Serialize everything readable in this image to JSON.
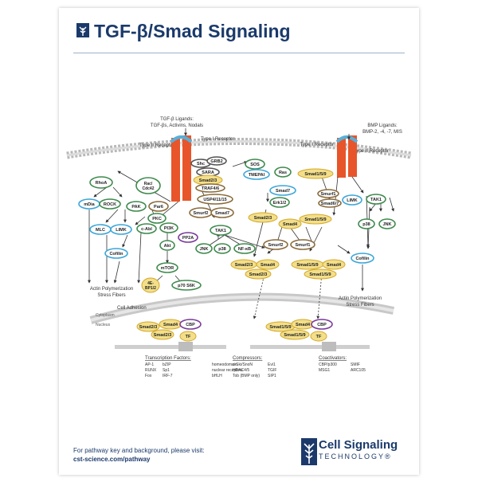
{
  "page": {
    "title": "TGF-β/Smad Signaling",
    "icon": "tree-logo-icon"
  },
  "ligands": {
    "tgf": [
      "TGF-β Ligands:",
      "TGF-βs, Activins, Nodals"
    ],
    "bmp": [
      "BMP Ligands:",
      "BMP-2, -4, -7, MIS"
    ]
  },
  "receptors": {
    "tgf_type1": "Type I Receptor",
    "tgf_type2": "Type II Receptor",
    "bmp_type1": "Type I Receptor",
    "bmp_type2": "Type II Receptor"
  },
  "nodes": {
    "shc": "Shc",
    "grb2": "GRB2",
    "sara": "SARA",
    "smad23_r": "Smad2/3",
    "traf46": "TRAF4/6",
    "usp": "USP4/11/15",
    "smurf2_a": "Smurf2",
    "smad7_a": "Smad7",
    "sos": "SOS",
    "tmepai": "TMEPAI",
    "ras": "Ras",
    "smad7_b": "Smad7",
    "erk12": "Erk1/2",
    "smad23_mid": "Smad2/3",
    "smad4_mid": "Smad4",
    "smad159_mid": "Smad1/5/9",
    "smurf2_b": "Smurf2",
    "smurf1_b": "Smurf1",
    "smad159_r": "Smad1/5/9",
    "smurf1_r": "Smurf1",
    "smad67": "Smad6/7",
    "limk_r": "LIMK",
    "tak1_r": "TAK1",
    "p38_r": "p38",
    "jnk_r": "JNK",
    "cofilin_r": "Cofilin",
    "rhoa": "RhoA",
    "mdia": "mDia",
    "rock": "ROCK",
    "racCdc42": [
      "Rac/",
      "Cdc42"
    ],
    "pak": "PAK",
    "par6": "Par6",
    "pkc": "PKC",
    "cabl": "c-Abl",
    "mlc": "MLC",
    "limk_l": "LIMK",
    "cofilin_l": "Cofilin",
    "pi3k": "PI3K",
    "akt": "Akt",
    "mtor": "mTOR",
    "ebp": [
      "4E-",
      "BP1/2"
    ],
    "p70": "p70 S6K",
    "pp2a": "PP2A",
    "tak1_c": "TAK1",
    "jnk_c": "JNK",
    "p38_c": "p38",
    "nfkb": "NF-κB",
    "cx_l_smad23": "Smad2/3",
    "cx_l_smad4": "Smad4",
    "cx_l_smad23b": "Smad2/3",
    "cx_r_smad159": "Smad1/5/9",
    "cx_r_smad4": "Smad4",
    "cx_r_smad159b": "Smad1/5/9",
    "nu_l_smad23": "Smad2/3",
    "nu_l_smad4": "Smad4",
    "nu_l_cbp": "CBP",
    "nu_l_smad23b": "Smad2/3",
    "nu_l_tf": "TF",
    "nu_r_smad159": "Smad1/5/9",
    "nu_r_smad4": "Smad4",
    "nu_r_cbp": "CBP",
    "nu_r_smad159b": "Smad1/5/9",
    "nu_r_tf": "TF"
  },
  "outputs": {
    "actin_left": [
      "Actin Polymerization",
      "Stress Fibers"
    ],
    "cell_adhesion": "Cell Adhesion",
    "actin_right": [
      "Actin Polymerization",
      "Stress Fibers"
    ]
  },
  "compartments": {
    "cytoplasm": "Cytoplasm",
    "nucleus": "Nucleus"
  },
  "factors": {
    "tf_title": "Transcription Factors:",
    "tf_rows": [
      [
        "AP-1",
        "bZIP",
        "homeodomain"
      ],
      [
        "RUNX",
        "Sp1",
        "nuclear receptors"
      ],
      [
        "Fox",
        "IRF-7",
        "bHLH"
      ]
    ],
    "comp_title": "Compressors:",
    "comp_rows": [
      [
        "c-Ski/SnoN",
        "Evi1"
      ],
      [
        "HDAC4/5",
        "TGIF"
      ],
      [
        "Tob (BMP only)",
        "SIP1"
      ]
    ],
    "coact_title": "Coactivators:",
    "coact_rows": [
      [
        "CBP/p300",
        "SMIF"
      ],
      [
        "MSG1",
        "ARC105"
      ]
    ]
  },
  "footer": {
    "line1": "For pathway key and background, please visit:",
    "url": "cst-science.com/pathway",
    "brand": "Cell Signaling",
    "brand_sub": "TECHNOLOGY",
    "brand_reg": "®"
  },
  "colors": {
    "navy": "#1b3a6b",
    "receptor": "#e8552a",
    "smad_fill": "#f3df8a",
    "smad_stroke": "#d4a82a",
    "green": "#3e8a4d",
    "blue": "#3ba6d8",
    "brown": "#8a6a3a",
    "purple": "#7a3a9a"
  }
}
